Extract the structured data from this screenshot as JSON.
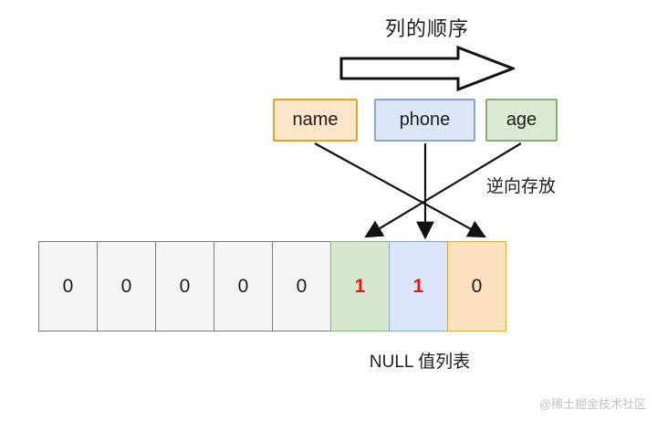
{
  "diagram": {
    "title": "列的顺序",
    "side_note": "逆向存放",
    "caption": "NULL 值列表",
    "watermark": "@稀土掘金技术社区",
    "big_arrow_name": "column-order-arrow",
    "columns": [
      {
        "label": "name",
        "color": "#fce5c8",
        "border": "#e0a42e"
      },
      {
        "label": "phone",
        "color": "#dce6f7",
        "border": "#8aa4cc"
      },
      {
        "label": "age",
        "color": "#dbe9d2",
        "border": "#85ad74"
      }
    ],
    "null_bitmap": [
      {
        "value": "0",
        "fill": "#f5f5f5",
        "border": "#7b7b7b",
        "text_color": "#1b1b1b"
      },
      {
        "value": "0",
        "fill": "#f5f5f5",
        "border": "#7b7b7b",
        "text_color": "#1b1b1b"
      },
      {
        "value": "0",
        "fill": "#f5f5f5",
        "border": "#7b7b7b",
        "text_color": "#1b1b1b"
      },
      {
        "value": "0",
        "fill": "#f5f5f5",
        "border": "#7b7b7b",
        "text_color": "#1b1b1b"
      },
      {
        "value": "0",
        "fill": "#f5f5f5",
        "border": "#7b7b7b",
        "text_color": "#1b1b1b"
      },
      {
        "value": "1",
        "fill": "#d7e7cd",
        "border": "#8fae80",
        "text_color": "#ee1111"
      },
      {
        "value": "1",
        "fill": "#dbe6fb",
        "border": "#89a5cb",
        "text_color": "#ee1111"
      },
      {
        "value": "0",
        "fill": "#fce2bf",
        "border": "#deab35",
        "text_color": "#1b1b1b"
      }
    ],
    "mappings": [
      {
        "from": "name",
        "to_cell_index": 7
      },
      {
        "from": "phone",
        "to_cell_index": 6
      },
      {
        "from": "age",
        "to_cell_index": 5
      }
    ],
    "accent_red": "#ee1111"
  }
}
